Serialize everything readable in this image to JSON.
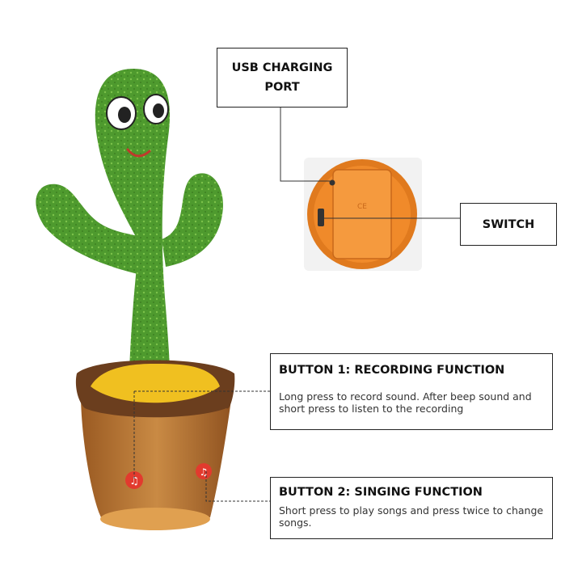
{
  "callouts": {
    "usb": {
      "title": "USB CHARGING PORT"
    },
    "switch": {
      "title": "SWITCH"
    },
    "button1": {
      "title": "BUTTON 1: RECORDING FUNCTION",
      "description": "Long press to record sound. After beep sound and short press to listen to the recording"
    },
    "button2": {
      "title": "BUTTON 2: SINGING FUNCTION",
      "description": "Short press to play songs and press twice to change songs."
    }
  },
  "icons": [
    "music-note-icon",
    "music-note-icon"
  ],
  "colors": {
    "cactus": "#4e9a2e",
    "pot": "#b8732f",
    "pot_rim": "#6b3e1e",
    "soil": "#f0c020",
    "base_orange": "#f08a2a",
    "button_red": "#e23a2e"
  }
}
